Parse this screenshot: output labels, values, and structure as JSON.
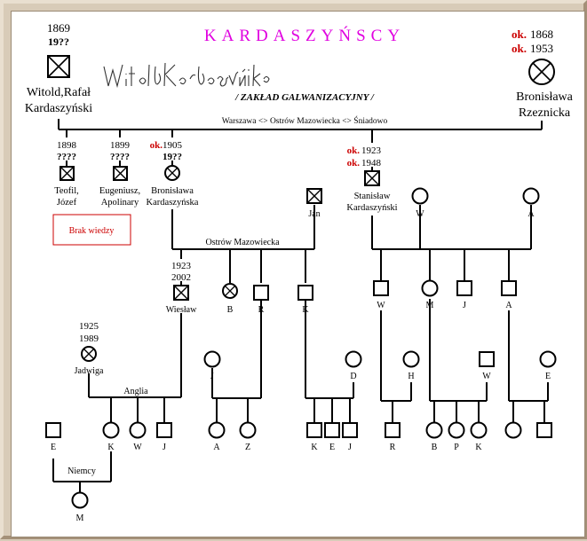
{
  "title": "KARDASZYŃSCY",
  "subtitle": "/ ZAKŁAD  GALWANIZACYJNY /",
  "subtitle_caption": "Warszawa  <> Ostrów Mazowiecka <> Śniadowo",
  "signature_text": "Witold Kardaszyński",
  "brak_wiedzy": "Brak wiedzy",
  "branch_labels": {
    "ostrow": "Ostrów Mazowiecka",
    "anglia": "Anglia",
    "niemcy": "Niemcy"
  },
  "colors": {
    "title": "#e000e0",
    "approx": "#cc0000",
    "line": "#000000",
    "box_border": "#cc0000"
  },
  "founders": {
    "witold": {
      "year_born": "1869",
      "year_died": "19??",
      "name_line1": "Witold,Rafał",
      "name_line2": "Kardaszyński"
    },
    "bronislawa": {
      "prefix_born": "ok.",
      "year_born": "1868",
      "prefix_died": "ok.",
      "year_died": "1953",
      "name_line1": "Bronisława",
      "name_line2": "Rzeznicka"
    }
  },
  "children": {
    "teofil": {
      "year_born": "1898",
      "year_died": "????",
      "name_line1": "Teofil,",
      "name_line2": "Józef"
    },
    "eugeniusz": {
      "year_born": "1899",
      "year_died": "????",
      "name_line1": "Eugeniusz,",
      "name_line2": "Apolinary"
    },
    "bronislawa_k": {
      "prefix_born": "ok.",
      "year_born": "1905",
      "year_died": "19??",
      "name_line1": "Bronisława",
      "name_line2": "Kardaszyńska"
    },
    "stanislaw": {
      "prefix_born": "ok.",
      "year_born": "1923",
      "prefix_died": "ok.",
      "year_died": "1948",
      "name_line1": "Stanisław",
      "name_line2": "Kardaszyński"
    }
  },
  "in_laws": {
    "jan": "Jan",
    "w": "W",
    "a": "A"
  },
  "grandchildren": {
    "wieslaw": {
      "year_born": "1923",
      "year_died": "2002",
      "name": "Wiesław"
    },
    "b": "B",
    "r": "R",
    "k": "K",
    "w2": "W",
    "m": "M",
    "j": "J",
    "a2": "A"
  },
  "jadwiga": {
    "year_born": "1925",
    "year_died": "1989",
    "name": "Jadwiga"
  },
  "spouses_gen4": {
    "j_f": "J",
    "d_f": "D",
    "h_f": "H",
    "w_m": "W",
    "e_f": "E"
  },
  "gen5": {
    "k": "K",
    "w": "W",
    "j": "J",
    "a": "A",
    "z": "Z",
    "k2": "K",
    "e2": "E",
    "j2": "J",
    "r": "R",
    "b": "B",
    "p": "P",
    "k3": "K"
  },
  "e_husband": "E",
  "m_child": "M"
}
